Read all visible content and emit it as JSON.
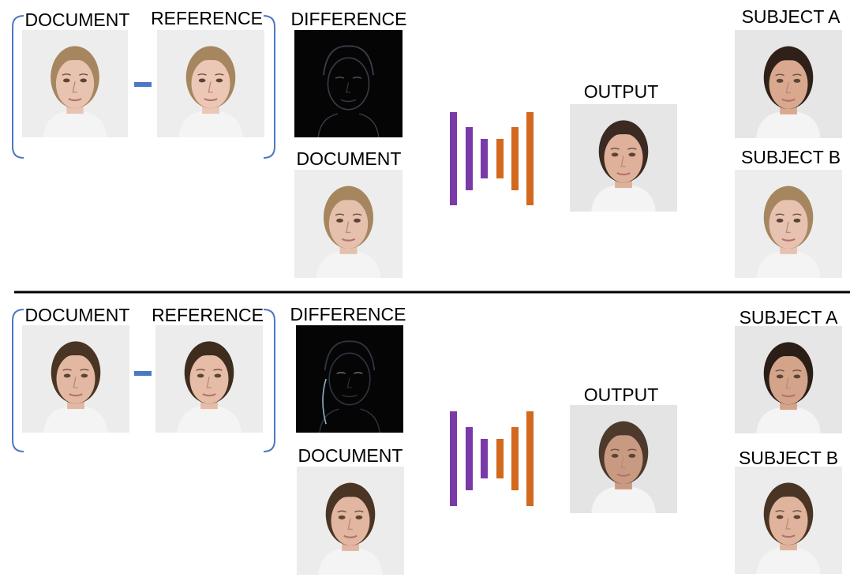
{
  "colors": {
    "bracket": "#4a78c4",
    "minus": "#4a78c4",
    "encoder": "#7a3aa8",
    "decoder": "#d2691e",
    "divider": "#000000"
  },
  "panels": [
    {
      "labels": {
        "document_left": "DOCUMENT",
        "reference": "REFERENCE",
        "difference": "DIFFERENCE",
        "document_mid": "DOCUMENT",
        "output": "OUTPUT",
        "subject_a": "SUBJECT A",
        "subject_b": "SUBJECT B"
      },
      "faces": {
        "document_left": {
          "skin": "#e7c3b0",
          "hair": "#a6865f",
          "bg": "#ededed"
        },
        "reference": {
          "skin": "#ecc7b6",
          "hair": "#a6865f",
          "bg": "#ededed"
        },
        "document_mid": {
          "skin": "#e5c0ad",
          "hair": "#a6865f",
          "bg": "#ededed"
        },
        "output": {
          "skin": "#dfb09a",
          "hair": "#3a2a22",
          "bg": "#e6e6e6"
        },
        "subject_a": {
          "skin": "#d9a88f",
          "hair": "#2f2119",
          "bg": "#e6e6e6"
        },
        "subject_b": {
          "skin": "#e8c2b1",
          "hair": "#a6865f",
          "bg": "#ededed"
        }
      },
      "difference_icon": "face-difference-icon"
    },
    {
      "labels": {
        "document_left": "DOCUMENT",
        "reference": "REFERENCE",
        "difference": "DIFFERENCE",
        "document_mid": "DOCUMENT",
        "output": "OUTPUT",
        "subject_a": "SUBJECT A",
        "subject_b": "SUBJECT B"
      },
      "faces": {
        "document_left": {
          "skin": "#e3b8a3",
          "hair": "#4a3524",
          "bg": "#ececec"
        },
        "reference": {
          "skin": "#e6bca6",
          "hair": "#3e2c1f",
          "bg": "#ececec"
        },
        "document_mid": {
          "skin": "#e2b6a0",
          "hair": "#4a3524",
          "bg": "#ececec"
        },
        "output": {
          "skin": "#c99a82",
          "hair": "#4d3a2c",
          "bg": "#e4e4e4"
        },
        "subject_a": {
          "skin": "#d4a48a",
          "hair": "#2a1e17",
          "bg": "#e6e6e6"
        },
        "subject_b": {
          "skin": "#e0b39d",
          "hair": "#4a3524",
          "bg": "#ececec"
        }
      },
      "difference_icon": "face-difference-icon"
    }
  ]
}
